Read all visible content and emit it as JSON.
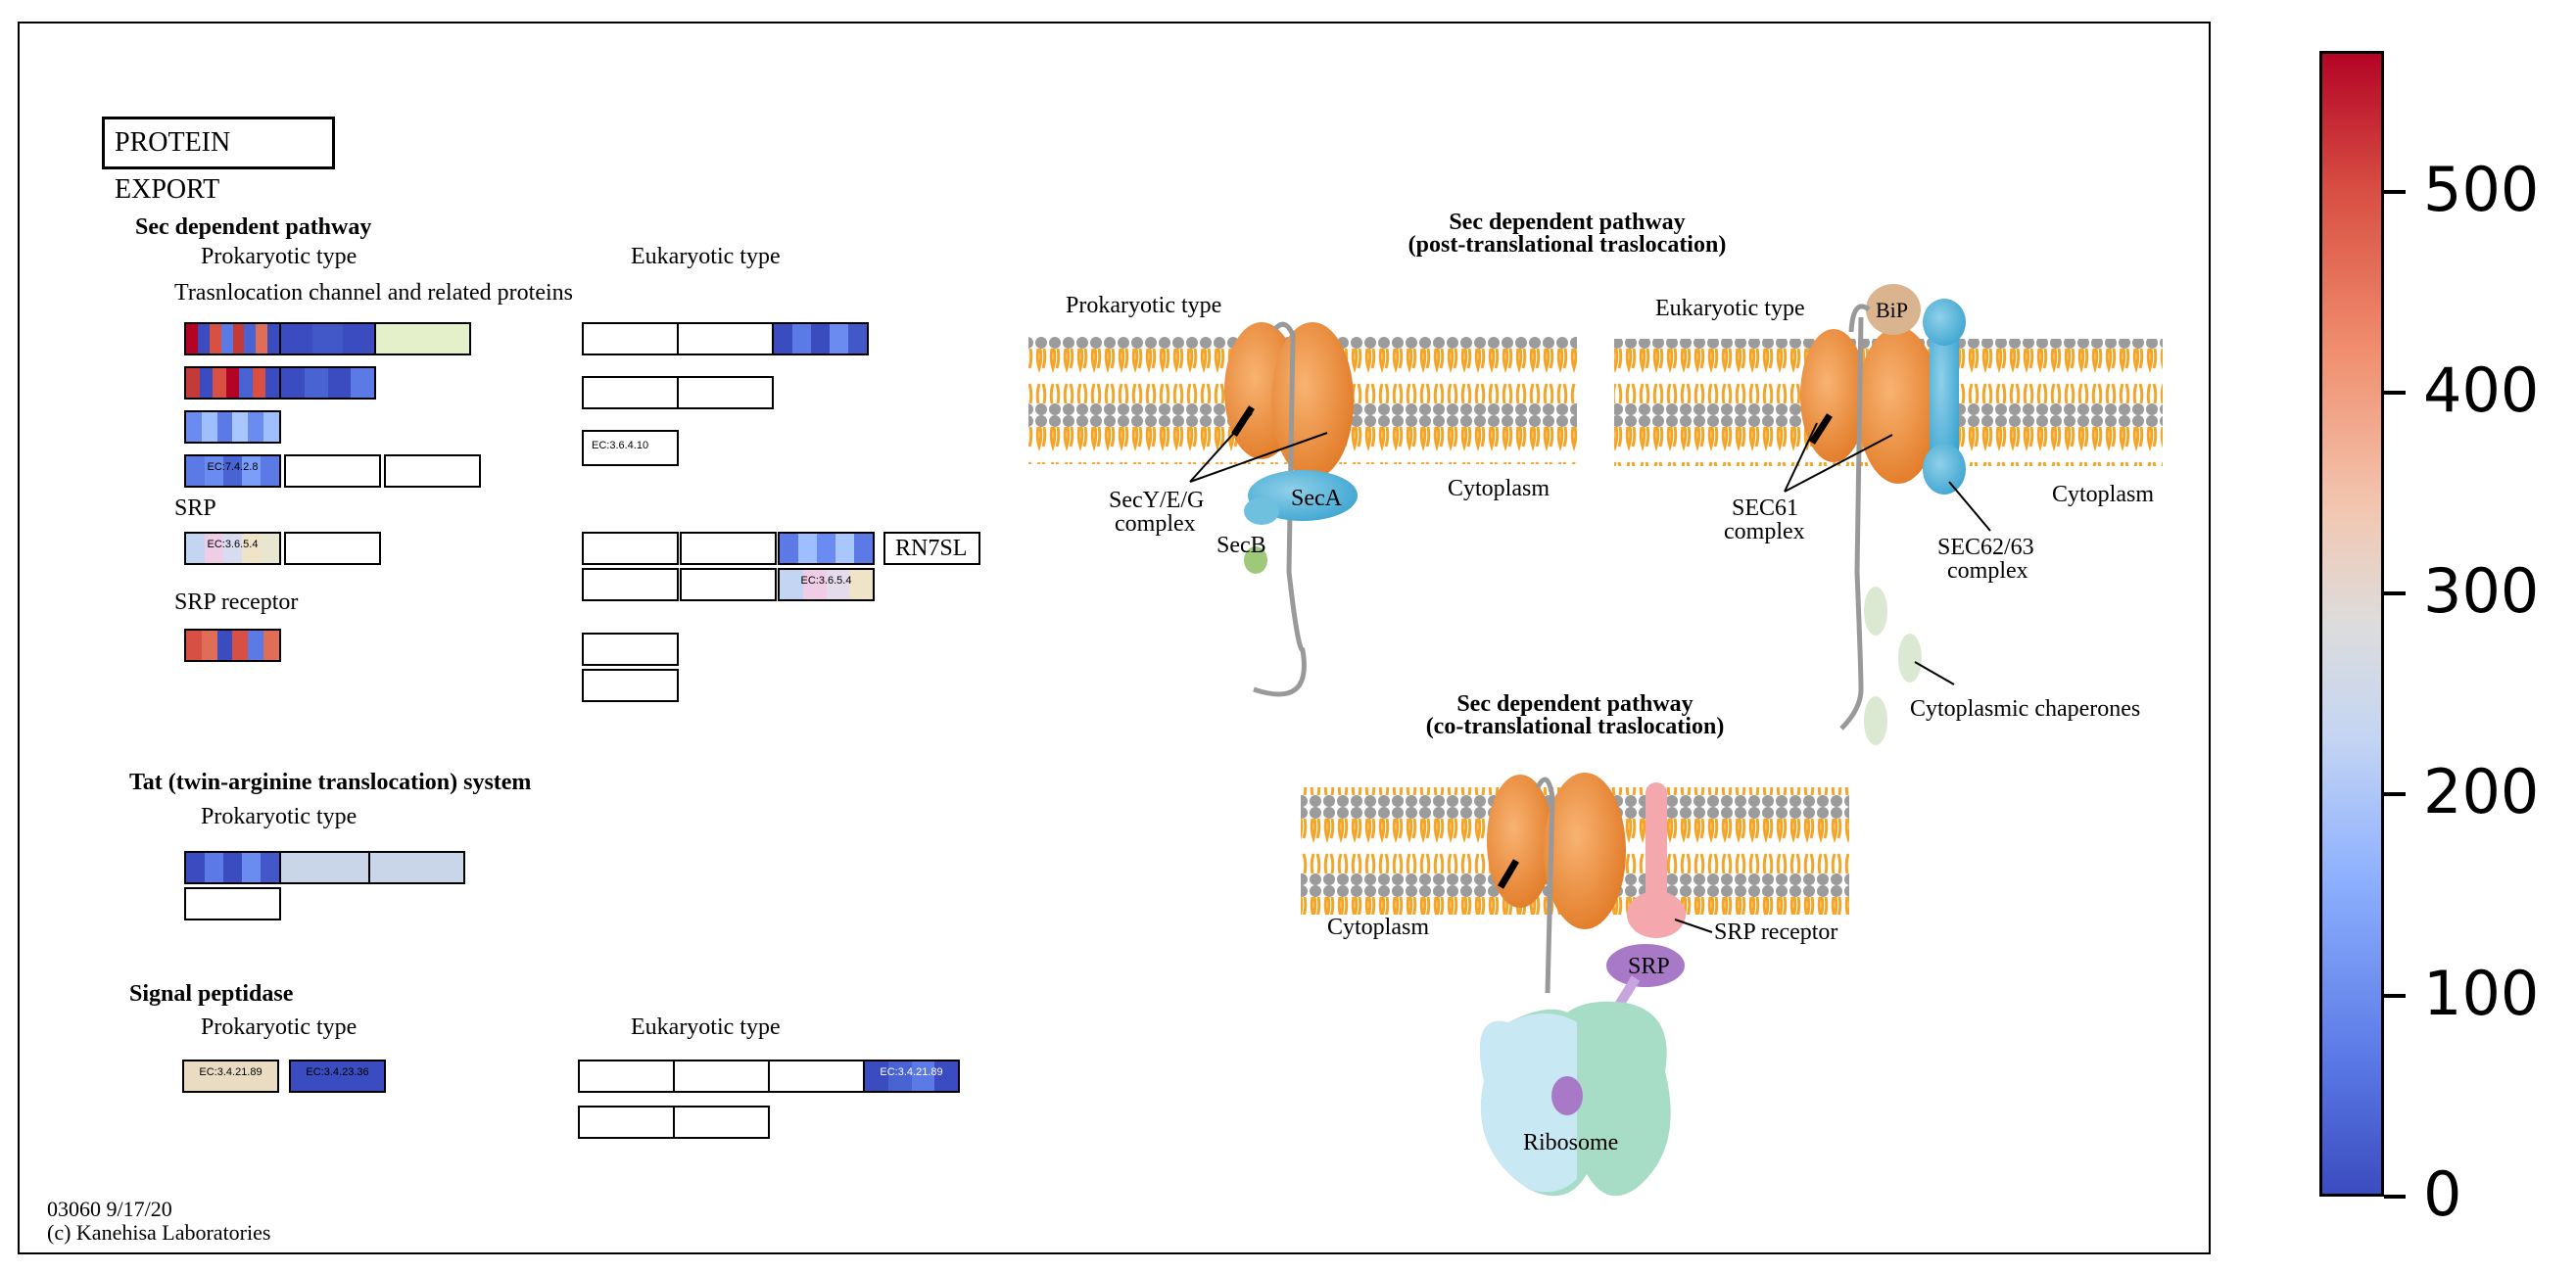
{
  "map": {
    "title": "PROTEIN EXPORT",
    "footer_id": "03060 9/17/20",
    "footer_copyright": "(c) Kanehisa Laboratories"
  },
  "sections": {
    "sec_dependent": "Sec dependent pathway",
    "prokaryotic": "Prokaryotic type",
    "eukaryotic": "Eukaryotic type",
    "translocation_channel": "Trasnlocation channel and related proteins",
    "srp": "SRP",
    "srp_receptor": "SRP receptor",
    "tat": "Tat (twin-arginine translocation) system",
    "signal_peptidase": "Signal peptidase"
  },
  "gene_labels": {
    "ec_7428": "EC:7.4.2.8",
    "ec_36410": "EC:3.6.4.10",
    "ec_3654": "EC:3.6.5.4",
    "ec_3654b": "EC:3.6.5.4",
    "rn7sl": "RN7SL",
    "ec_342189a": "EC:3.4.21.89",
    "ec_342336": "EC:3.4.23.36",
    "ec_342189b": "EC:3.4.21.89"
  },
  "diagram": {
    "post_title_1": "Sec dependent pathway",
    "post_title_2": "(post-translational traslocation)",
    "co_title_1": "Sec dependent pathway",
    "co_title_2": "(co-translational traslocation)",
    "prokaryotic": "Prokaryotic type",
    "eukaryotic": "Eukaryotic type",
    "cytoplasm": "Cytoplasm",
    "secyeg_1": "SecY/E/G",
    "secyeg_2": "complex",
    "seca": "SecA",
    "secb": "SecB",
    "bip": "BiP",
    "sec61_1": "SEC61",
    "sec61_2": "complex",
    "sec6263_1": "SEC62/63",
    "sec6263_2": "complex",
    "chaperones": "Cytoplasmic chaperones",
    "srp_receptor": "SRP receptor",
    "srp": "SRP",
    "ribosome": "Ribosome"
  },
  "colorbar": {
    "ticks": [
      "0",
      "100",
      "200",
      "300",
      "400",
      "500"
    ],
    "min": 0,
    "max": 570,
    "colormap": [
      "#3b4cc0",
      "#dddcdc",
      "#b40426"
    ]
  }
}
